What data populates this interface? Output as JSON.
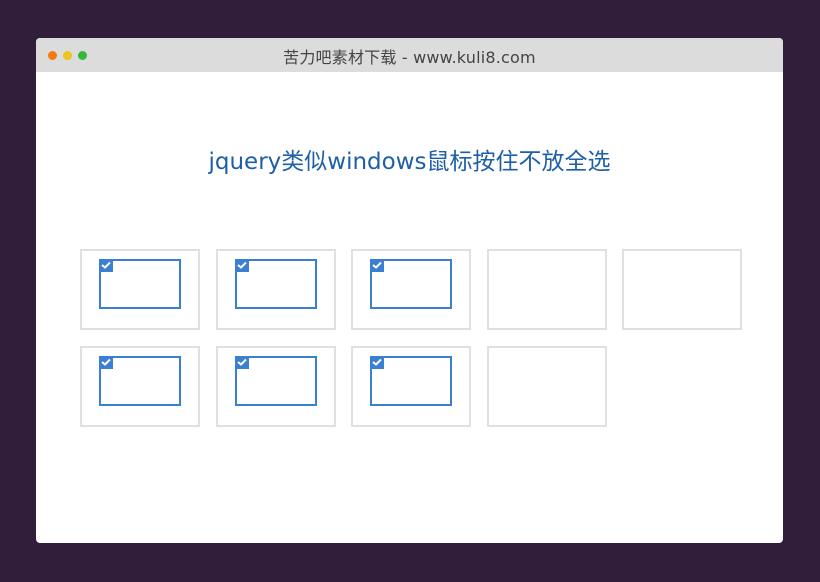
{
  "window": {
    "title": "苦力吧素材下载 - www.kuli8.com",
    "controls": [
      "close",
      "minimize",
      "maximize"
    ]
  },
  "page": {
    "heading": "jquery类似windows鼠标按住不放全选"
  },
  "colors": {
    "background": "#301e3a",
    "heading": "#1e5fa8",
    "selection": "#3a7fd1",
    "tile_border": "#e0e0e0"
  },
  "tiles": [
    {
      "row": 1,
      "col": 1,
      "selected": true
    },
    {
      "row": 1,
      "col": 2,
      "selected": true
    },
    {
      "row": 1,
      "col": 3,
      "selected": true
    },
    {
      "row": 1,
      "col": 4,
      "selected": false
    },
    {
      "row": 1,
      "col": 5,
      "selected": false
    },
    {
      "row": 2,
      "col": 1,
      "selected": true
    },
    {
      "row": 2,
      "col": 2,
      "selected": true
    },
    {
      "row": 2,
      "col": 3,
      "selected": true
    },
    {
      "row": 2,
      "col": 4,
      "selected": false
    }
  ]
}
